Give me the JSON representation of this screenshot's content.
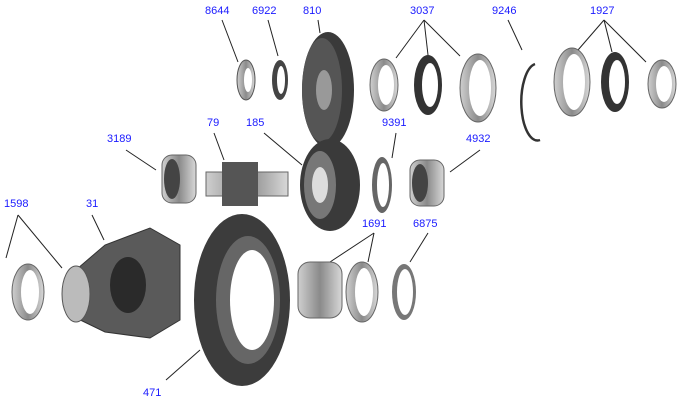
{
  "parts": [
    {
      "id": "8644",
      "label": "8644"
    },
    {
      "id": "6922",
      "label": "6922"
    },
    {
      "id": "810",
      "label": "810"
    },
    {
      "id": "3037",
      "label": "3037"
    },
    {
      "id": "9246",
      "label": "9246"
    },
    {
      "id": "1927",
      "label": "1927"
    },
    {
      "id": "3189",
      "label": "3189"
    },
    {
      "id": "79",
      "label": "79"
    },
    {
      "id": "185",
      "label": "185"
    },
    {
      "id": "9391",
      "label": "9391"
    },
    {
      "id": "4932",
      "label": "4932"
    },
    {
      "id": "1598",
      "label": "1598"
    },
    {
      "id": "31",
      "label": "31"
    },
    {
      "id": "1691",
      "label": "1691"
    },
    {
      "id": "6875",
      "label": "6875"
    },
    {
      "id": "471",
      "label": "471"
    }
  ],
  "colors": {
    "label": "#1a1aff",
    "leader": "#222222",
    "metal": "#9a9a9a",
    "dark": "#3a3a3a"
  }
}
